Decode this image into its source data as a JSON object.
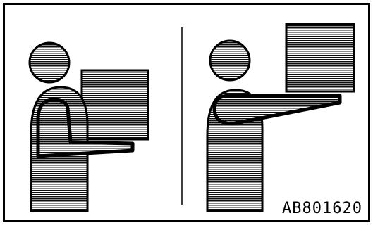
{
  "figure": {
    "code": "AB801620",
    "panels": [
      {
        "name": "carry-close-to-body"
      },
      {
        "name": "carry-arms-extended"
      }
    ]
  }
}
